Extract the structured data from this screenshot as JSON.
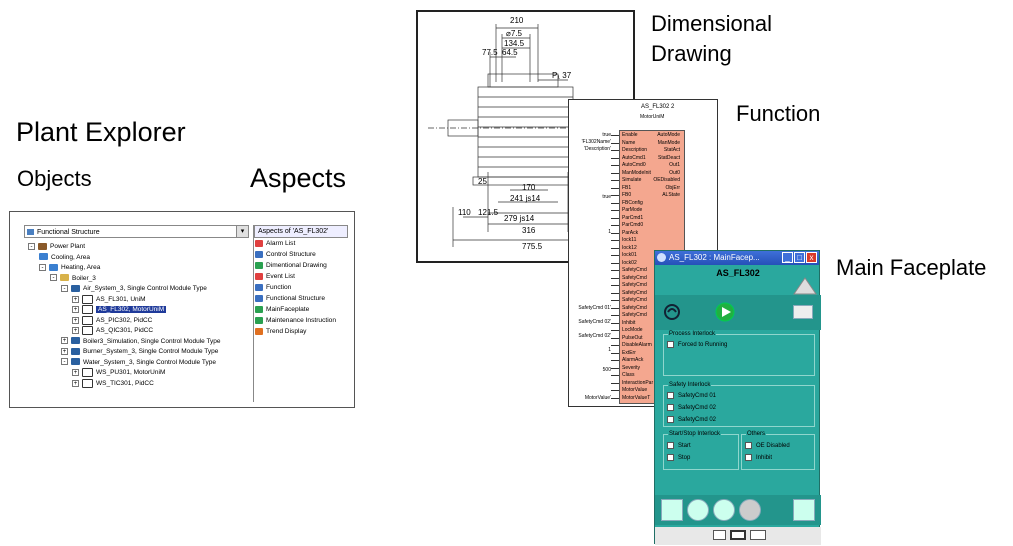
{
  "labels": {
    "plant_explorer": "Plant Explorer",
    "objects": "Objects",
    "aspects": "Aspects",
    "dimensional_drawing_line1": "Dimensional",
    "dimensional_drawing_line2": "Drawing",
    "function": "Function",
    "main_faceplate": "Main Faceplate"
  },
  "plant_explorer": {
    "structure_selector": "Functional Structure",
    "aspects_header": "Aspects of 'AS_FL302'",
    "tree": [
      {
        "label": "Power Plant",
        "level": 0,
        "expander": "-",
        "icon": "plant-icon"
      },
      {
        "label": "Cooling, Area",
        "level": 1,
        "expander": "",
        "icon": "area-icon"
      },
      {
        "label": "Heating, Area",
        "level": 1,
        "expander": "-",
        "icon": "area-icon"
      },
      {
        "label": "Boiler_3",
        "level": 2,
        "expander": "-",
        "icon": "folder-icon"
      },
      {
        "label": "Air_System_3, Single Control Module Type",
        "level": 3,
        "expander": "-",
        "icon": "module-icon"
      },
      {
        "label": "AS_FL301, UniM",
        "level": 4,
        "expander": "+",
        "icon": "diamond-icon"
      },
      {
        "label": "AS_FL302, MotorUniM",
        "level": 4,
        "expander": "+",
        "icon": "motor-icon",
        "selected": true
      },
      {
        "label": "AS_PIC302, PidCC",
        "level": 4,
        "expander": "+",
        "icon": "pid-icon"
      },
      {
        "label": "AS_QIC301, PidCC",
        "level": 4,
        "expander": "+",
        "icon": "pid-icon"
      },
      {
        "label": "Boiler3_Simulation, Single Control Module Type",
        "level": 3,
        "expander": "+",
        "icon": "module-icon"
      },
      {
        "label": "Burner_System_3, Single Control Module Type",
        "level": 3,
        "expander": "+",
        "icon": "module-icon"
      },
      {
        "label": "Water_System_3, Single Control Module Type",
        "level": 3,
        "expander": "-",
        "icon": "module-icon"
      },
      {
        "label": "WS_PU301, MotorUniM",
        "level": 4,
        "expander": "+",
        "icon": "motor-icon"
      },
      {
        "label": "WS_TIC301, PidCC",
        "level": 4,
        "expander": "+",
        "icon": "pid-icon"
      }
    ],
    "aspects_list": [
      {
        "label": "Alarm List",
        "color": "#e04040"
      },
      {
        "label": "Control Structure",
        "color": "#3a6fc0"
      },
      {
        "label": "Dimentional Drawing",
        "color": "#2aa050"
      },
      {
        "label": "Event List",
        "color": "#e04040"
      },
      {
        "label": "Function",
        "color": "#3a6fc0"
      },
      {
        "label": "Functional Structure",
        "color": "#3a6fc0"
      },
      {
        "label": "MainFaceplate",
        "color": "#2aa050"
      },
      {
        "label": "Maintenance Instruction",
        "color": "#2aa050"
      },
      {
        "label": "Trend Display",
        "color": "#e07020"
      }
    ]
  },
  "drawing": {
    "dims": [
      "210",
      "⌀7.5",
      "134.5",
      "77.5",
      "64.5",
      "P₁ 37",
      "25",
      "170",
      "241 js14",
      "279 js14",
      "110",
      "121.5",
      "316",
      "775.5"
    ]
  },
  "function_block": {
    "title": "AS_FL302 2",
    "subtitle": "MotorUniM",
    "left_values": [
      "true",
      "'FL302Name'",
      "'Description'",
      "true",
      "1",
      "SafetyCmd 01'",
      "SafetyCmd 02'",
      "SafetyCmd 02'",
      "1",
      "500",
      "MotorValue'"
    ],
    "inputs": [
      "Enable",
      "Name",
      "Description",
      "AutoCmd1",
      "AutoCmd0",
      "ManModeInit",
      "Simulate",
      "FB1",
      "FB0",
      "FBConfig",
      "ParMode",
      "ParCmd1",
      "ParCmd0",
      "ParAck",
      "Iock11",
      "Iock12",
      "Iock01",
      "Iock02",
      "SafetyCmd",
      "SafetyCmd",
      "SafetyCmd",
      "SafetyCmd",
      "SafetyCmd",
      "SafetyCmd",
      "SafetyCmd",
      "Inhibit",
      "LocMode",
      "PulseOut",
      "DisableAlarm",
      "ExtErr",
      "AlarmAck",
      "Severity",
      "Class",
      "InteractionPar",
      "MotorValue",
      "MotorValueT"
    ],
    "outputs": [
      "AutoMode",
      "ManMode",
      "StatAct",
      "StatDeact",
      "Out1",
      "Out0",
      "OEDisabled",
      "ObjErr",
      "ALState"
    ]
  },
  "faceplate": {
    "title": "AS_FL302 : MainFacep...",
    "name": "AS_FL302",
    "process_interlock": {
      "title": "Process Interlock",
      "items": [
        "Forced to Running"
      ]
    },
    "safety_interlock": {
      "title": "Safety Interlock",
      "items": [
        "SafetyCmd 01",
        "SafetyCmd 02",
        "SafetyCmd 02"
      ]
    },
    "start_stop": {
      "title": "Start/Stop Interlock",
      "items": [
        "Start",
        "Stop"
      ]
    },
    "others": {
      "title": "Others",
      "items": [
        "OE Disabled",
        "Inhibit"
      ]
    },
    "window_buttons": [
      "_",
      "□",
      "x"
    ],
    "accent": "#2aa89e"
  }
}
